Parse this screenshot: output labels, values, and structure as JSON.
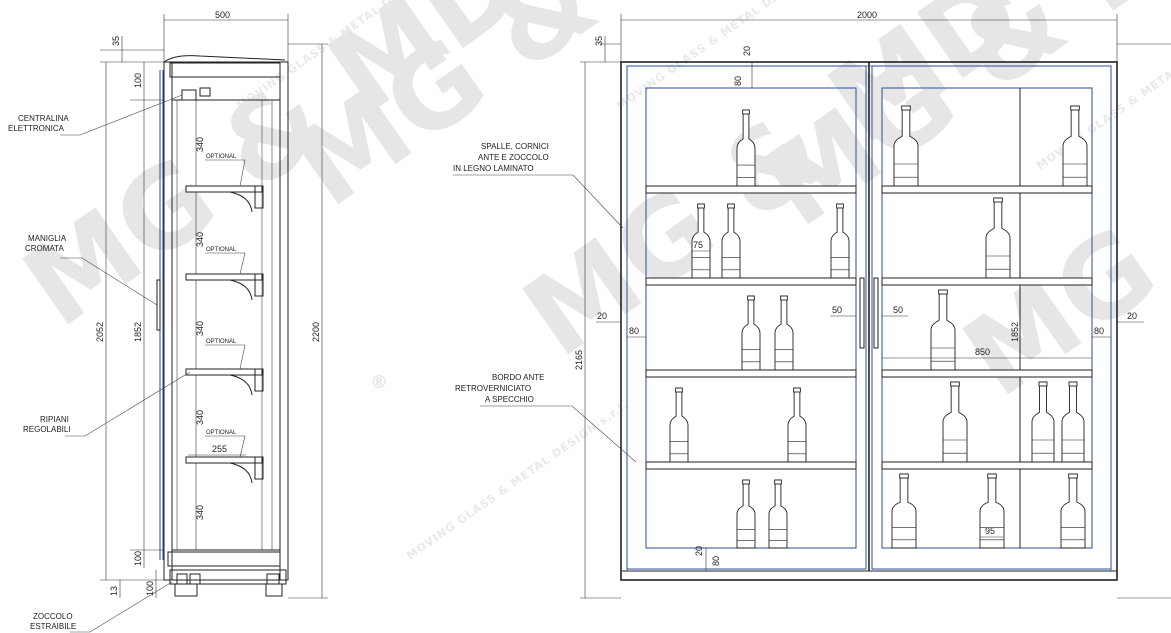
{
  "watermark": {
    "logo": "MG & MD",
    "company": "MOVING GLASS & METAL DESIGN s.r.l.",
    "registered_mark": "®"
  },
  "side_view": {
    "width_dim": "500",
    "top_offset_dim": "35",
    "top_band_dim": "100",
    "bottom_band_dim": "100",
    "plinth_dim": "100",
    "foot_dim": "13",
    "overall_height_dim": "2052",
    "door_height_dim": "1852",
    "total_height_dim": "2200",
    "shelf_spacing": [
      "340",
      "340",
      "340",
      "340",
      "340"
    ],
    "shelf_depth_dim": "255",
    "optional_label": "OPTIONAL",
    "callouts": {
      "controller": [
        "CENTRALINA",
        "ELETTRONICA"
      ],
      "handle": [
        "MANIGLIA",
        "CROMATA"
      ],
      "shelves": [
        "RIPIANI",
        "REGOLABILI"
      ],
      "plinth": [
        "ZOCCOLO",
        "ESTRAIBILE"
      ]
    }
  },
  "front_view": {
    "width_dim": "2000",
    "top_offset_dim": "35",
    "total_height_dim": "2165",
    "inner_height_dim": "1852",
    "top_frame_dim": "20",
    "top_inner_dim": "80",
    "bottom_frame_dim": "20",
    "bottom_inner_dim": "80",
    "left_frame_dim": "20",
    "left_inner_dim": "80",
    "right_frame_dim": "20",
    "right_inner_dim": "80",
    "handle_left_dim": "50",
    "handle_right_dim": "50",
    "shelf_width_dim": "850",
    "bottle_dim_75": "75",
    "bottle_dim_95": "95",
    "callouts": {
      "frame": [
        "SPALLE, CORNICI",
        "ANTE E ZOCCOLO",
        "IN LEGNO LAMINATO"
      ],
      "door_edge": [
        "BORDO ANTE",
        "RETROVERNICIATO",
        "A SPECCHIO"
      ]
    }
  }
}
